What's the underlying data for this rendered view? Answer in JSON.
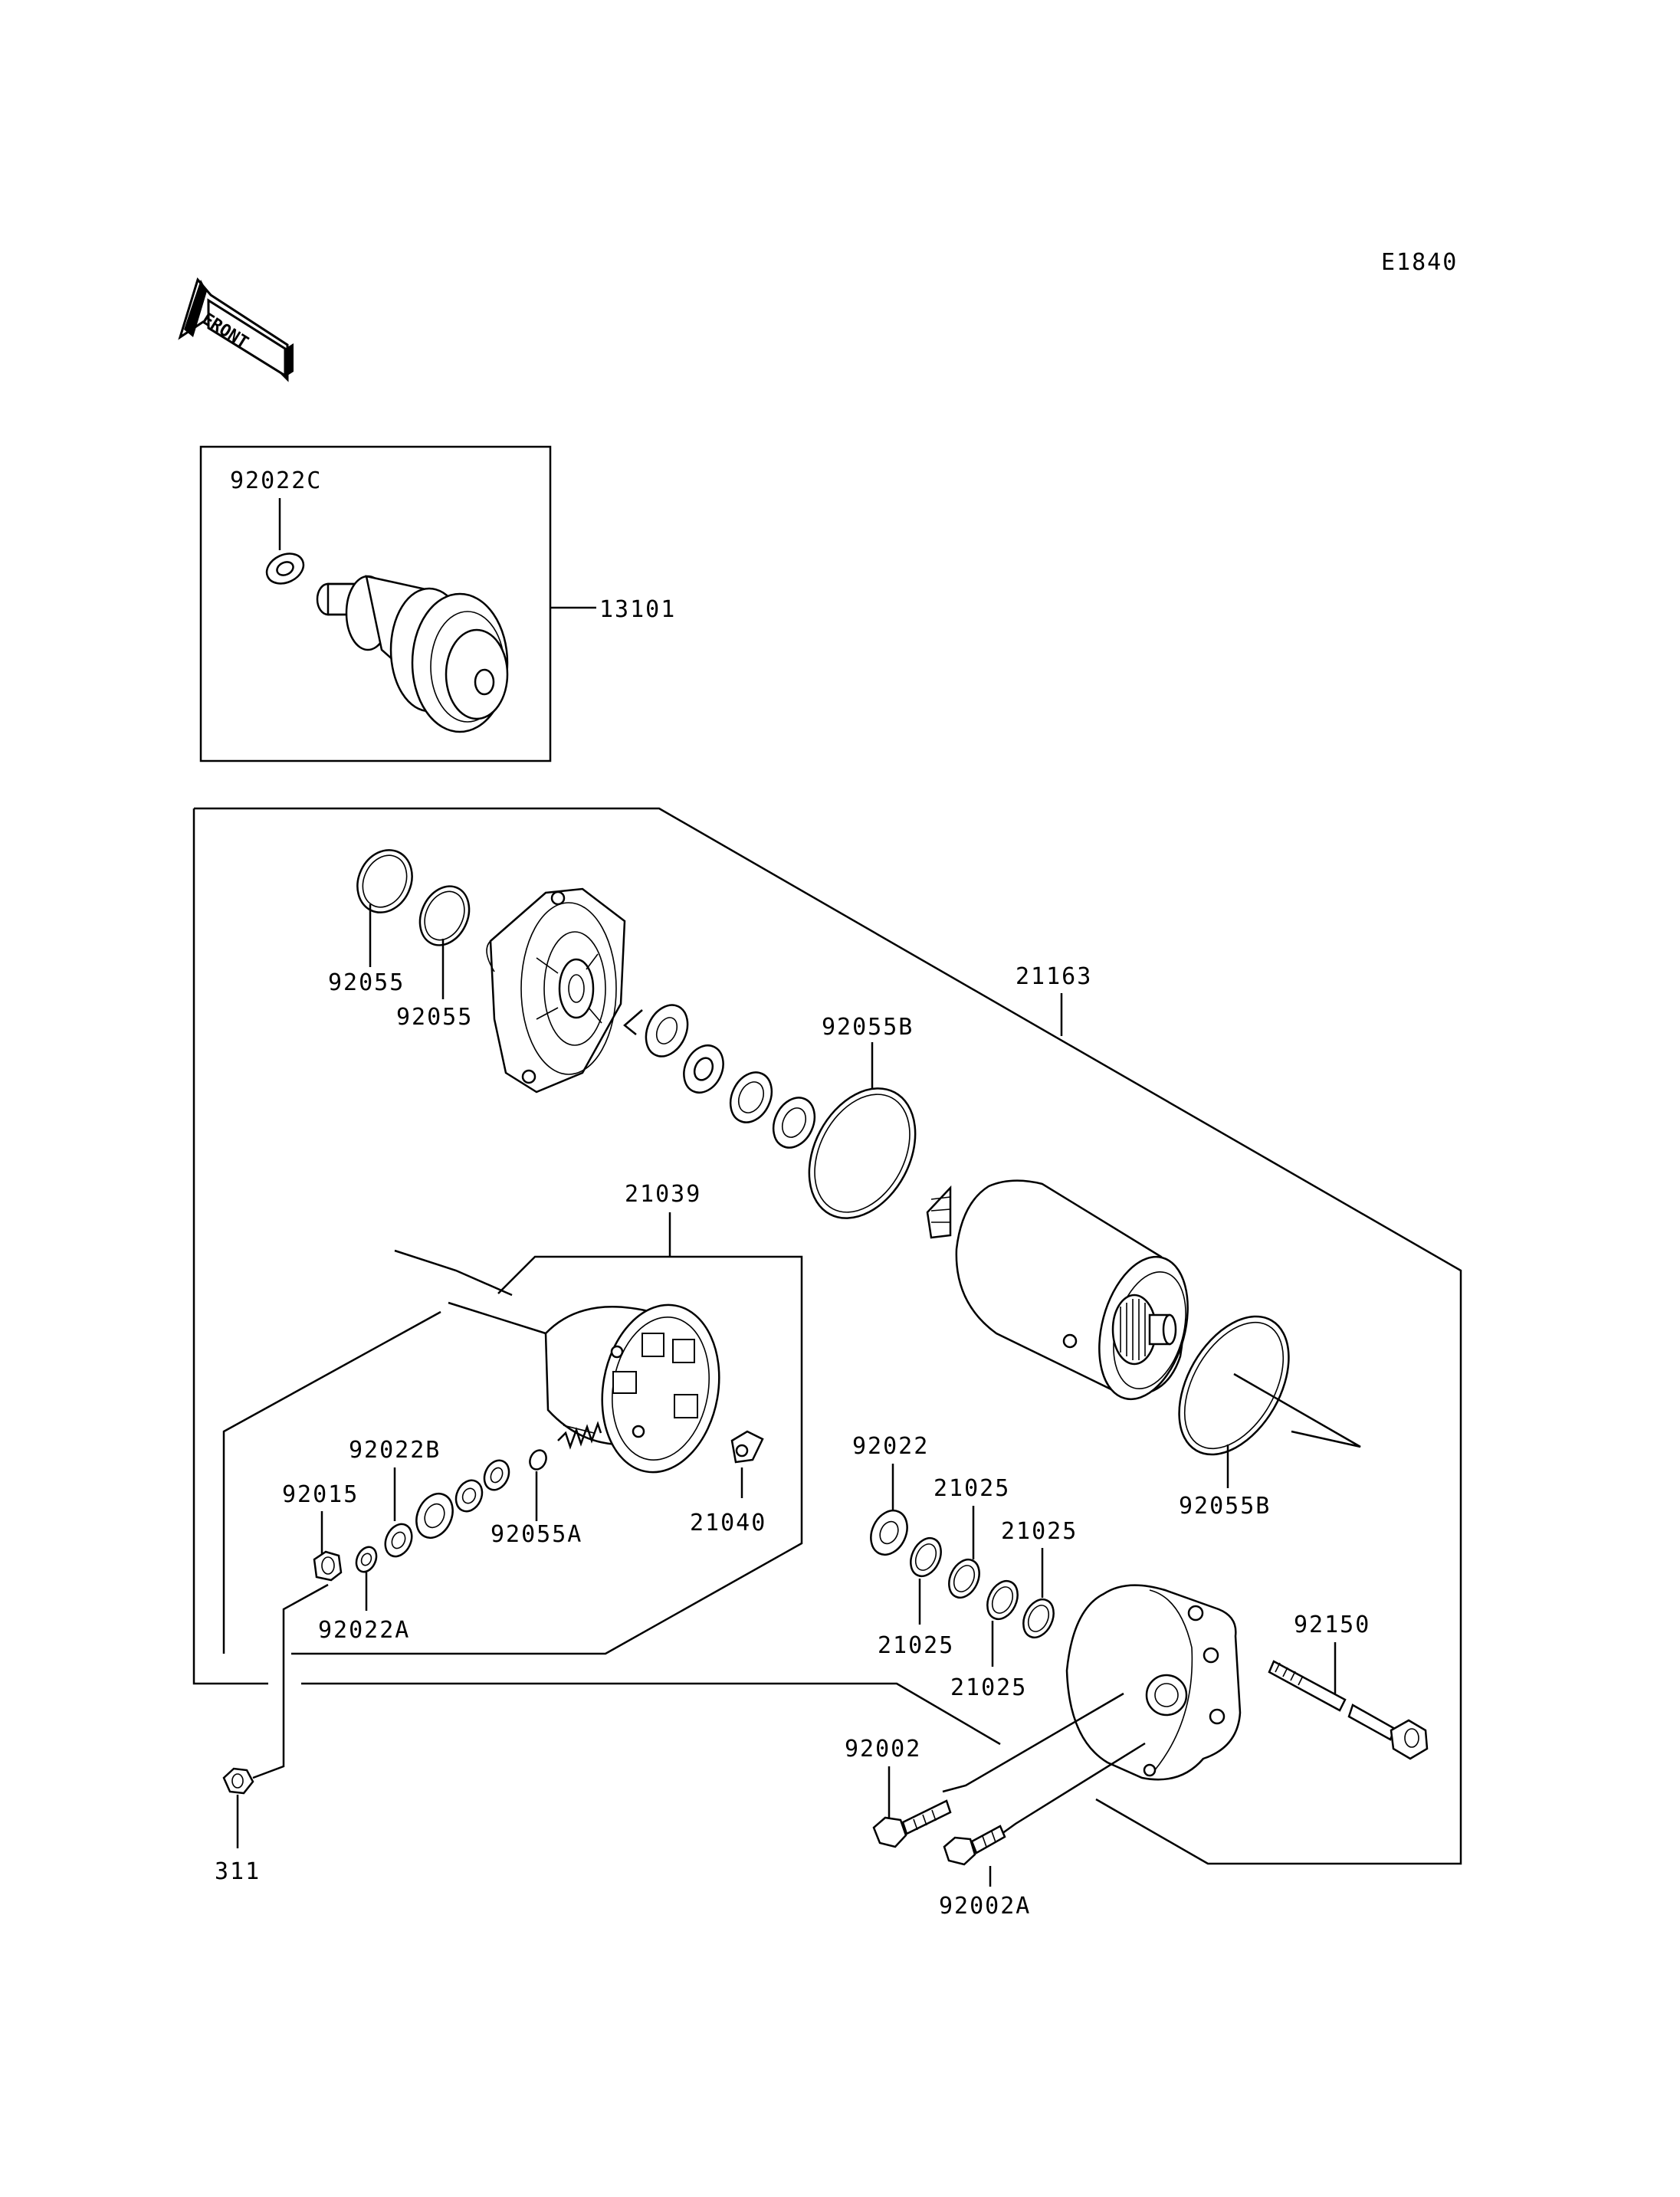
{
  "diagram": {
    "code": "E1840",
    "front_label": "FRONT",
    "labels": {
      "p92022c": "92022C",
      "p13101": "13101",
      "p92055_a": "92055",
      "p92055_b": "92055",
      "p21163": "21163",
      "p92055b_top": "92055B",
      "p21039": "21039",
      "p92022b": "92022B",
      "p92015": "92015",
      "p92055a": "92055A",
      "p21040": "21040",
      "p92022a": "92022A",
      "p92022": "92022",
      "p21025_1": "21025",
      "p21025_2": "21025",
      "p21025_3": "21025",
      "p21025_4": "21025",
      "p92055b_bottom": "92055B",
      "p92150": "92150",
      "p92002": "92002",
      "p92002a": "92002A",
      "p311": "311"
    }
  }
}
